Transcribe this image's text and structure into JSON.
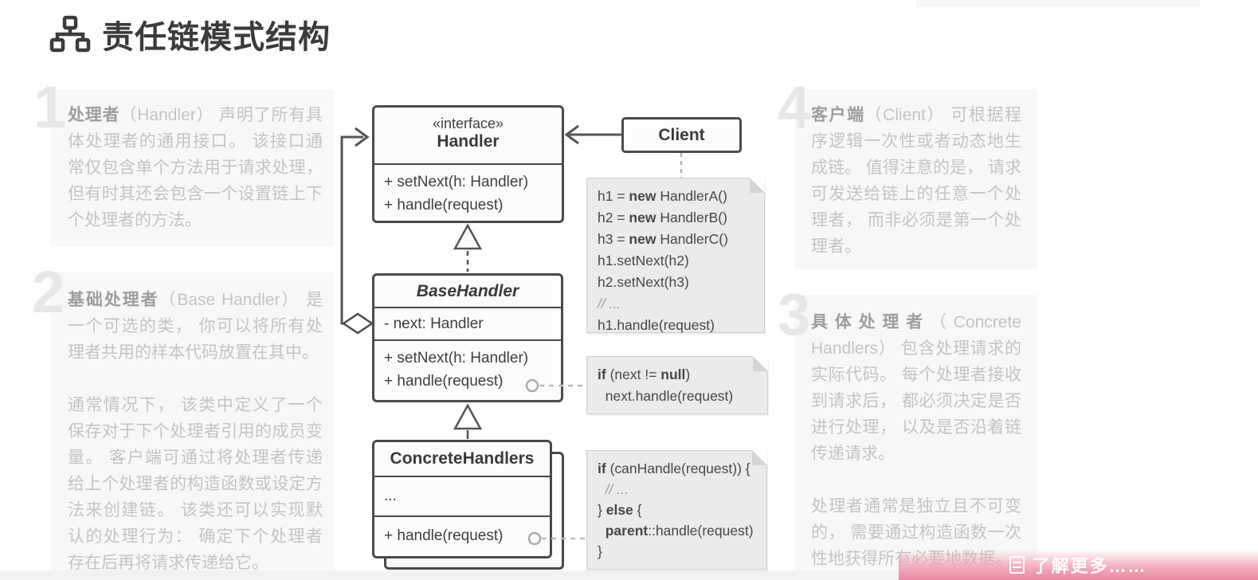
{
  "title": {
    "text": "责任链模式结构",
    "icon": "sitemap-icon"
  },
  "sections": [
    {
      "number": "1",
      "lead": "处理者",
      "body": "（Handler） 声明了所有具体处理者的通用接口。 该接口通常仅包含单个方法用于请求处理， 但有时其还会包含一个设置链上下个处理者的方法。",
      "body2": ""
    },
    {
      "number": "2",
      "lead": "基础处理者",
      "body": "（Base Handler） 是一个可选的类， 你可以将所有处理者共用的样本代码放置在其中。",
      "body2": "通常情况下， 该类中定义了一个保存对于下个处理者引用的成员变量。 客户端可通过将处理者传递给上个处理者的构造函数或设定方法来创建链。 该类还可以实现默认的处理行为： 确定下个处理者存在后再将请求传递给它。"
    },
    {
      "number": "3",
      "lead": "具体处理者",
      "body": "（Concrete Handlers） 包含处理请求的实际代码。 每个处理者接收到请求后， 都必须决定是否进行处理， 以及是否沿着链传递请求。",
      "body2": "处理者通常是独立且不可变的， 需要通过构造函数一次性地获得所有必要地数据。"
    },
    {
      "number": "4",
      "lead": "客户端",
      "body": "（Client） 可根据程序逻辑一次性或者动态地生成链。 值得注意的是， 请求可发送给链上的任意一个处理者， 而非必须是第一个处理者。",
      "body2": ""
    }
  ],
  "uml": {
    "handler": {
      "stereotype": "«interface»",
      "name": "Handler",
      "methods": [
        "+ setNext(h: Handler)",
        "+ handle(request)"
      ]
    },
    "client": {
      "name": "Client"
    },
    "base_handler": {
      "name": "BaseHandler",
      "attributes": [
        "- next: Handler"
      ],
      "methods": [
        "+ setNext(h: Handler)",
        "+ handle(request)"
      ]
    },
    "concrete_handlers": {
      "name": "ConcreteHandlers",
      "attributes": [
        "..."
      ],
      "methods": [
        "+ handle(request)"
      ]
    },
    "client_note_lines": [
      "h1 = **new** HandlerA()",
      "h2 = **new** HandlerB()",
      "h3 = **new** HandlerC()",
      "h1.setNext(h2)",
      "h2.setNext(h3)",
      "// ...",
      "h1.handle(request)"
    ],
    "base_note_lines": [
      "**if** (next != **null**)",
      "  next.handle(request)"
    ],
    "concrete_note_lines": [
      "**if** (canHandle(request)) {",
      "  // ...",
      "} **else** {",
      "  **parent**::handle(request)",
      "}"
    ]
  },
  "learn_more": {
    "label": "了解更多……"
  },
  "colors": {
    "accent_pink": "#e8879f",
    "panel_bg": "#f8f8f8",
    "uml_border": "#4a4a4a",
    "note_bg": "#ebebeb",
    "muted_text": "#c3c3c3"
  }
}
